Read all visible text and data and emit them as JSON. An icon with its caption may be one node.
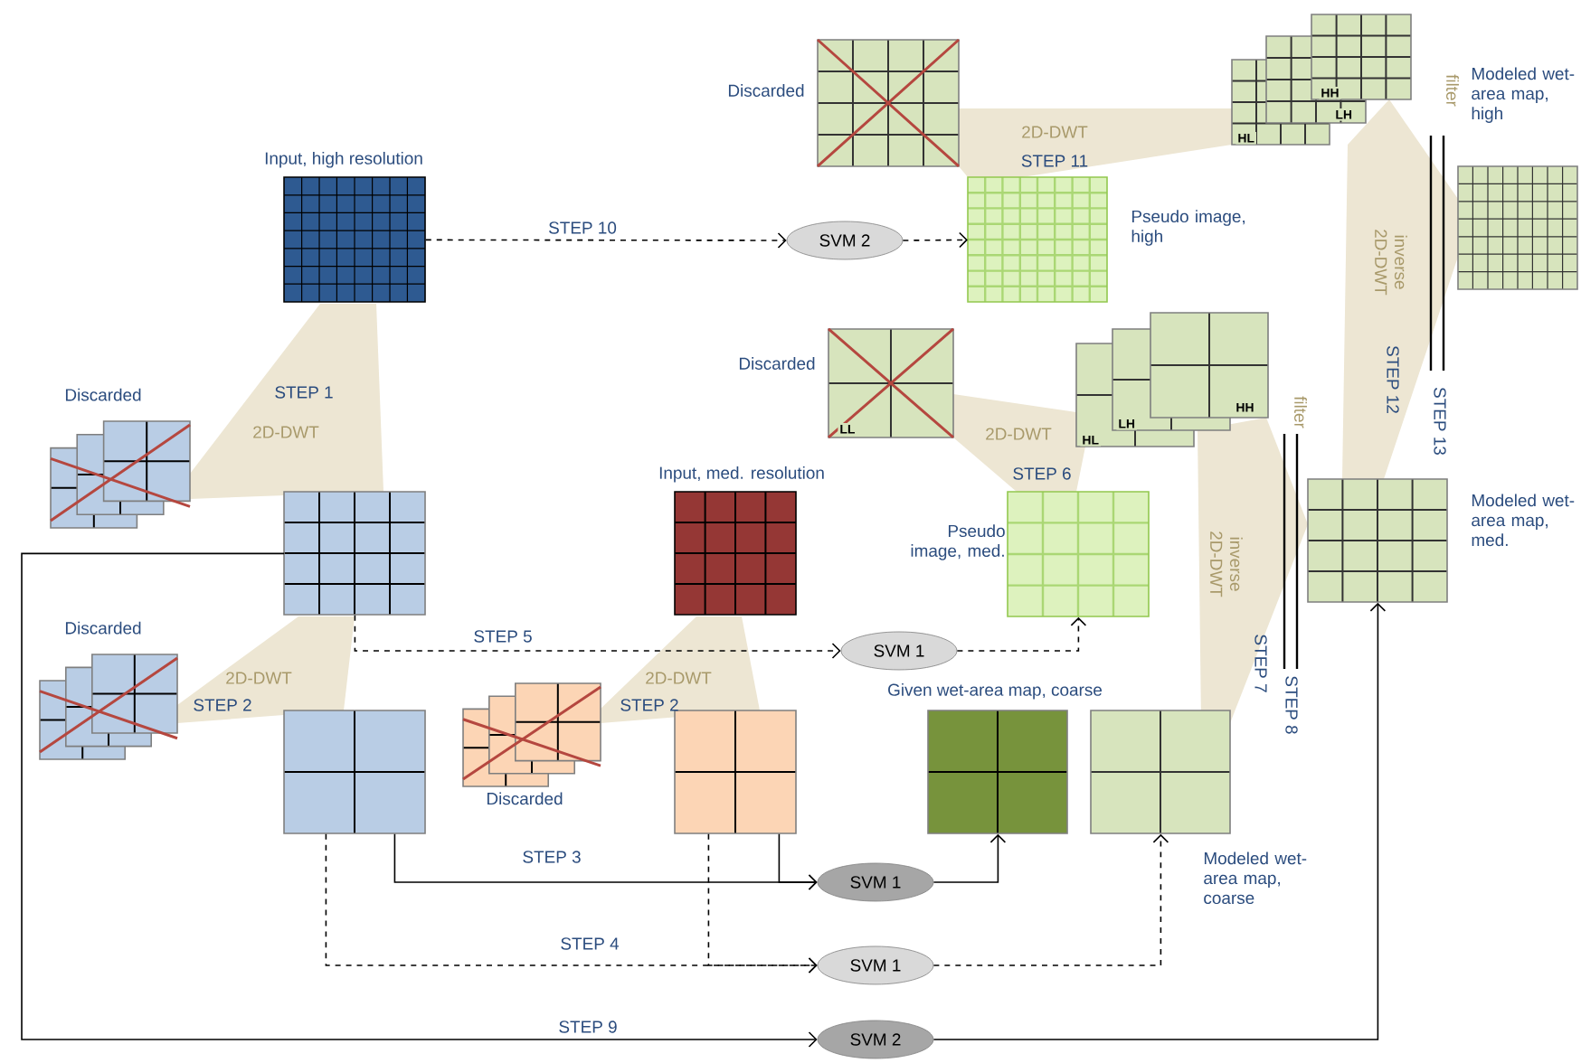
{
  "diagram": {
    "nodes": [
      {
        "text": [
          "Input, high resolution"
        ]
      },
      {
        "text": [
          "SVM 2"
        ]
      },
      {
        "text": [
          "Discarded"
        ]
      },
      {
        "text": [
          "HL"
        ]
      },
      {
        "text": [
          "LH"
        ]
      },
      {
        "text": [
          "HH"
        ]
      },
      {
        "text": [
          "Pseudo image, high"
        ]
      },
      {
        "text": [
          "Modeled wet-area map, high"
        ]
      },
      {
        "text": [
          "Discarded",
          "LL"
        ]
      },
      {
        "text": [
          "HL"
        ]
      },
      {
        "text": [
          "LH"
        ]
      },
      {
        "text": [
          "HH"
        ]
      },
      {
        "text": [
          "Discarded"
        ]
      },
      {
        "text": [],
        "shape": "box"
      },
      {
        "text": [
          "Input, med. resolution"
        ]
      },
      {
        "text": [
          "Pseudo image, med."
        ]
      },
      {
        "text": [
          "Modeled wet-area map, med."
        ]
      },
      {
        "text": [
          "SVM 1"
        ]
      },
      {
        "text": [
          "Discarded"
        ]
      },
      {
        "text": [],
        "shape": "box"
      },
      {
        "text": [
          "Discarded"
        ]
      },
      {
        "text": [],
        "shape": "box"
      },
      {
        "text": [
          "Given wet-area map, coarse"
        ]
      },
      {
        "text": [
          "Modeled wet-area map, coarse"
        ]
      },
      {
        "text": [
          "SVM 1"
        ]
      },
      {
        "text": [
          "SVM 1"
        ]
      },
      {
        "text": [
          "SVM 2"
        ]
      }
    ],
    "edges": [
      {
        "from": 0,
        "to": 1,
        "arrow": "to",
        "style": "dashed",
        "label": "STEP 10"
      },
      {
        "from": 1,
        "to": 6,
        "arrow": "to",
        "style": "dashed"
      },
      {
        "from": 13,
        "to": 17,
        "arrow": "to",
        "style": "dashed",
        "label": "STEP 5"
      },
      {
        "from": 17,
        "to": 15,
        "arrow": "to",
        "style": "dashed"
      },
      {
        "from": 19,
        "to": 24,
        "arrow": "to",
        "label": "STEP 3"
      },
      {
        "from": 21,
        "to": 24,
        "arrow": "to"
      },
      {
        "from": 24,
        "to": 22,
        "arrow": "to"
      },
      {
        "from": 19,
        "to": 25,
        "arrow": "to",
        "style": "dashed",
        "label": "STEP 4"
      },
      {
        "from": 21,
        "to": 25,
        "arrow": "to",
        "style": "dashed"
      },
      {
        "from": 25,
        "to": 23,
        "arrow": "to",
        "style": "dashed"
      },
      {
        "from": 13,
        "to": 26,
        "arrow": "to",
        "label": "STEP 9"
      },
      {
        "from": 26,
        "to": 16,
        "arrow": "to"
      }
    ],
    "labels": [
      "filter",
      "2D-DWT",
      "STEP 11",
      "inverse 2D-DWT",
      "STEP 12",
      "STEP 13",
      "STEP 1",
      "2D-DWT",
      "2D-DWT",
      "STEP 6",
      "filter",
      "inverse 2D-DWT",
      "STEP 7",
      "STEP 8",
      "2D-DWT",
      "STEP 2",
      "2D-DWT",
      "STEP 2"
    ]
  }
}
